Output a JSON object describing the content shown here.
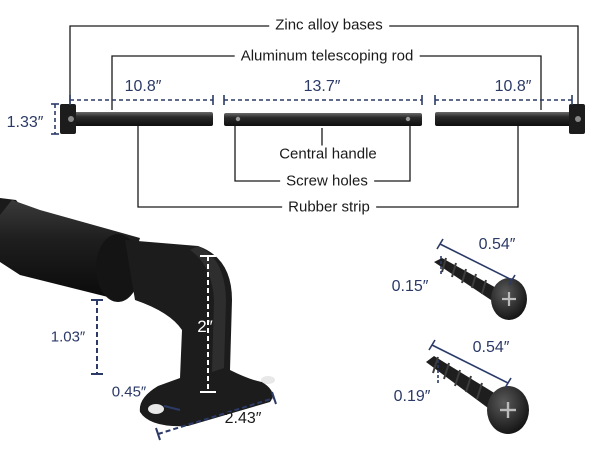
{
  "callouts": {
    "zinc_bases": "Zinc alloy bases",
    "aluminum_rod": "Aluminum telescoping rod",
    "central_handle": "Central handle",
    "screw_holes": "Screw holes",
    "rubber_strip": "Rubber strip"
  },
  "rod_dimensions": {
    "left_section": "10.8″",
    "middle_section": "13.7″",
    "right_section": "10.8″",
    "rod_height": "1.33″"
  },
  "bracket_dimensions": {
    "height": "2″",
    "base_height": "1.03″",
    "base_thickness": "0.45″",
    "base_width": "2.43″"
  },
  "screws": [
    {
      "length": "0.54″",
      "diameter": "0.15″"
    },
    {
      "length": "0.54″",
      "diameter": "0.19″"
    }
  ],
  "colors": {
    "dimension_blue": "#2b3a67",
    "text_dark": "#1a1a1a",
    "product_black": "#1c1c1c"
  }
}
